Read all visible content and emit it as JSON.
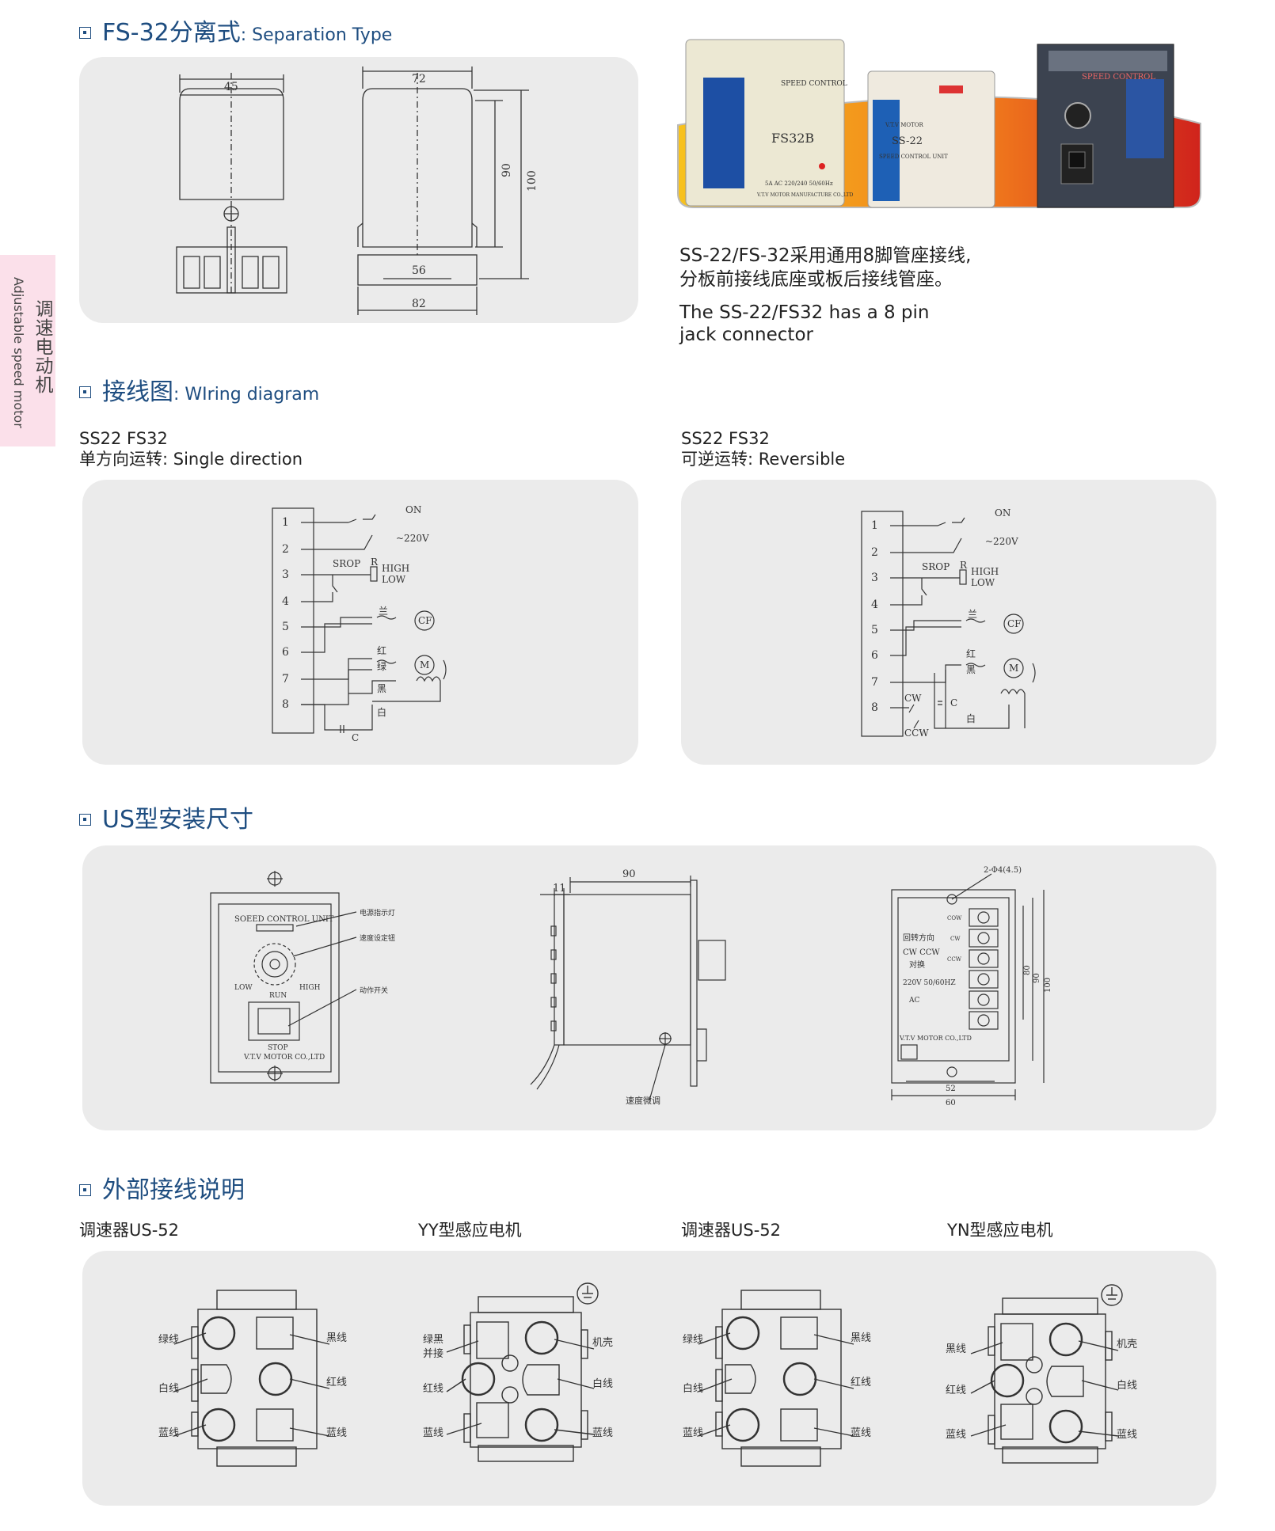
{
  "sidebar": {
    "zh": "调速电动机",
    "en": "Adjustable speed motor"
  },
  "s1": {
    "zh": "FS-32分离式",
    "en": ": Separation Type",
    "dims": {
      "w45": "45",
      "w72": "72",
      "h90": "90",
      "h100": "100",
      "w56": "56",
      "w82": "82"
    }
  },
  "photo": {
    "p1": "FS32B",
    "p1_top": "SPEED CONTROL",
    "p1_spec": "5A AC 220/240 50/60Hz",
    "p1_foot": "V.T.V MOTOR MANUFACTURE CO.,LTD",
    "p2_brand": "V.T.V MOTOR",
    "p2": "SS-22",
    "p2_sub": "SPEED CONTROL UNIT",
    "p3": "SPEED CONTROL"
  },
  "desc": {
    "zh1": "SS-22/FS-32采用通用8脚管座接线,",
    "zh2": "分板前接线底座或板后接线管座。",
    "en1": "The SS-22/FS32 has a 8 pin",
    "en2": "jack connector"
  },
  "s2": {
    "zh": "接线图",
    "en": ": WIring diagram"
  },
  "w1": {
    "model": "SS22  FS32",
    "zh": "单方向运转",
    "en": ": Single direction"
  },
  "w2": {
    "model": "SS22  FS32",
    "zh": "可逆运转",
    "en": ": Reversible"
  },
  "wiring": {
    "pins": [
      "1",
      "2",
      "3",
      "4",
      "5",
      "6",
      "7",
      "8"
    ],
    "on": "ON",
    "v": "~220V",
    "srop": "SROP",
    "r": "R",
    "high": "HIGH",
    "low": "LOW",
    "cf": "CF",
    "m": "M",
    "red": "红",
    "green": "绿",
    "black": "黑",
    "white": "白",
    "c": "C",
    "lan": "兰",
    "cw": "CW",
    "ccw": "CCW"
  },
  "s3": {
    "zh": "US型安装尺寸"
  },
  "us": {
    "unit": "SOEED CONTROL UNIT",
    "low": "LOW",
    "high": "HIGH",
    "run": "RUN",
    "stop": "STOP",
    "maker": "V.T.V MOTOR CO.,LTD",
    "ann1": "电源指示灯",
    "ann2": "速度设定钮",
    "ann3": "动作开关",
    "d90": "90",
    "d11": "11",
    "fine": "速度微调",
    "hole": "2-Φ4(4.5)",
    "rot": "回转方向",
    "cwccw": "CW CCW",
    "swap": "对换",
    "pw": "220V 50/60HZ",
    "ac": "AC",
    "t1": "COW",
    "t2": "CW",
    "t3": "CCW",
    "maker2": "V.T.V MOTOR CO.,LTD",
    "d80": "80",
    "d90b": "90",
    "d100": "100",
    "d52": "52",
    "d60": "60"
  },
  "s4": {
    "zh": "外部接线说明"
  },
  "ext": {
    "c1": "调速器US-52",
    "c2": "YY型感应电机",
    "c3": "调速器US-52",
    "c4": "YN型感应电机",
    "green": "绿线",
    "white": "白线",
    "blue": "蓝线",
    "black": "黑线",
    "red": "红线",
    "gb1": "绿黑",
    "gb2": "并接",
    "shell": "机壳"
  }
}
